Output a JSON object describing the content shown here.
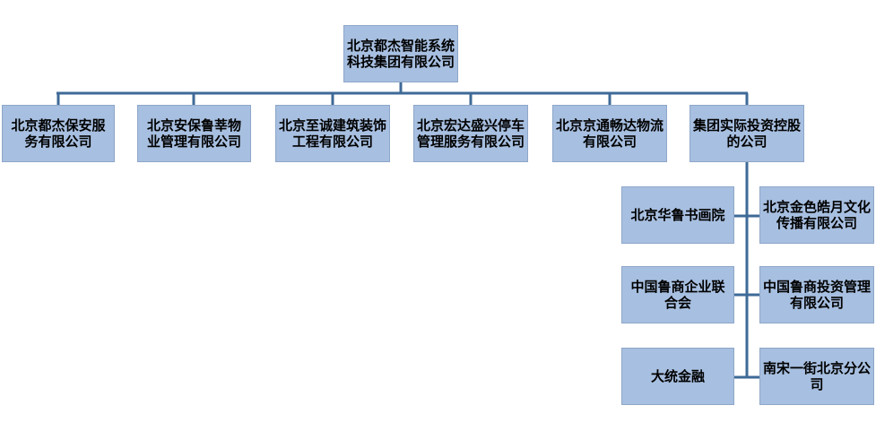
{
  "diagram": {
    "type": "org-chart",
    "colors": {
      "box_fill": "#a7bfe0",
      "box_border": "#8ea7c9",
      "connector": "#3e6a97"
    },
    "root": {
      "label": "北京都杰智能系统科技集团有限公司"
    },
    "children": [
      {
        "label": "北京都杰保安服务有限公司"
      },
      {
        "label": "北京安保鲁莘物业管理有限公司"
      },
      {
        "label": "北京至诚建筑装饰工程有限公司"
      },
      {
        "label": "北京宏达盛兴停车管理服务有限公司"
      },
      {
        "label": "北京京通畅达物流有限公司"
      },
      {
        "label": "集团实际投资控股的公司"
      }
    ],
    "subsidiaries": [
      {
        "label": "北京华鲁书画院"
      },
      {
        "label": "北京金色皓月文化传播有限公司"
      },
      {
        "label": "中国鲁商企业联合会"
      },
      {
        "label": "中国鲁商投资管理有限公司"
      },
      {
        "label": "大统金融"
      },
      {
        "label": "南宋一街北京分公司"
      }
    ]
  }
}
